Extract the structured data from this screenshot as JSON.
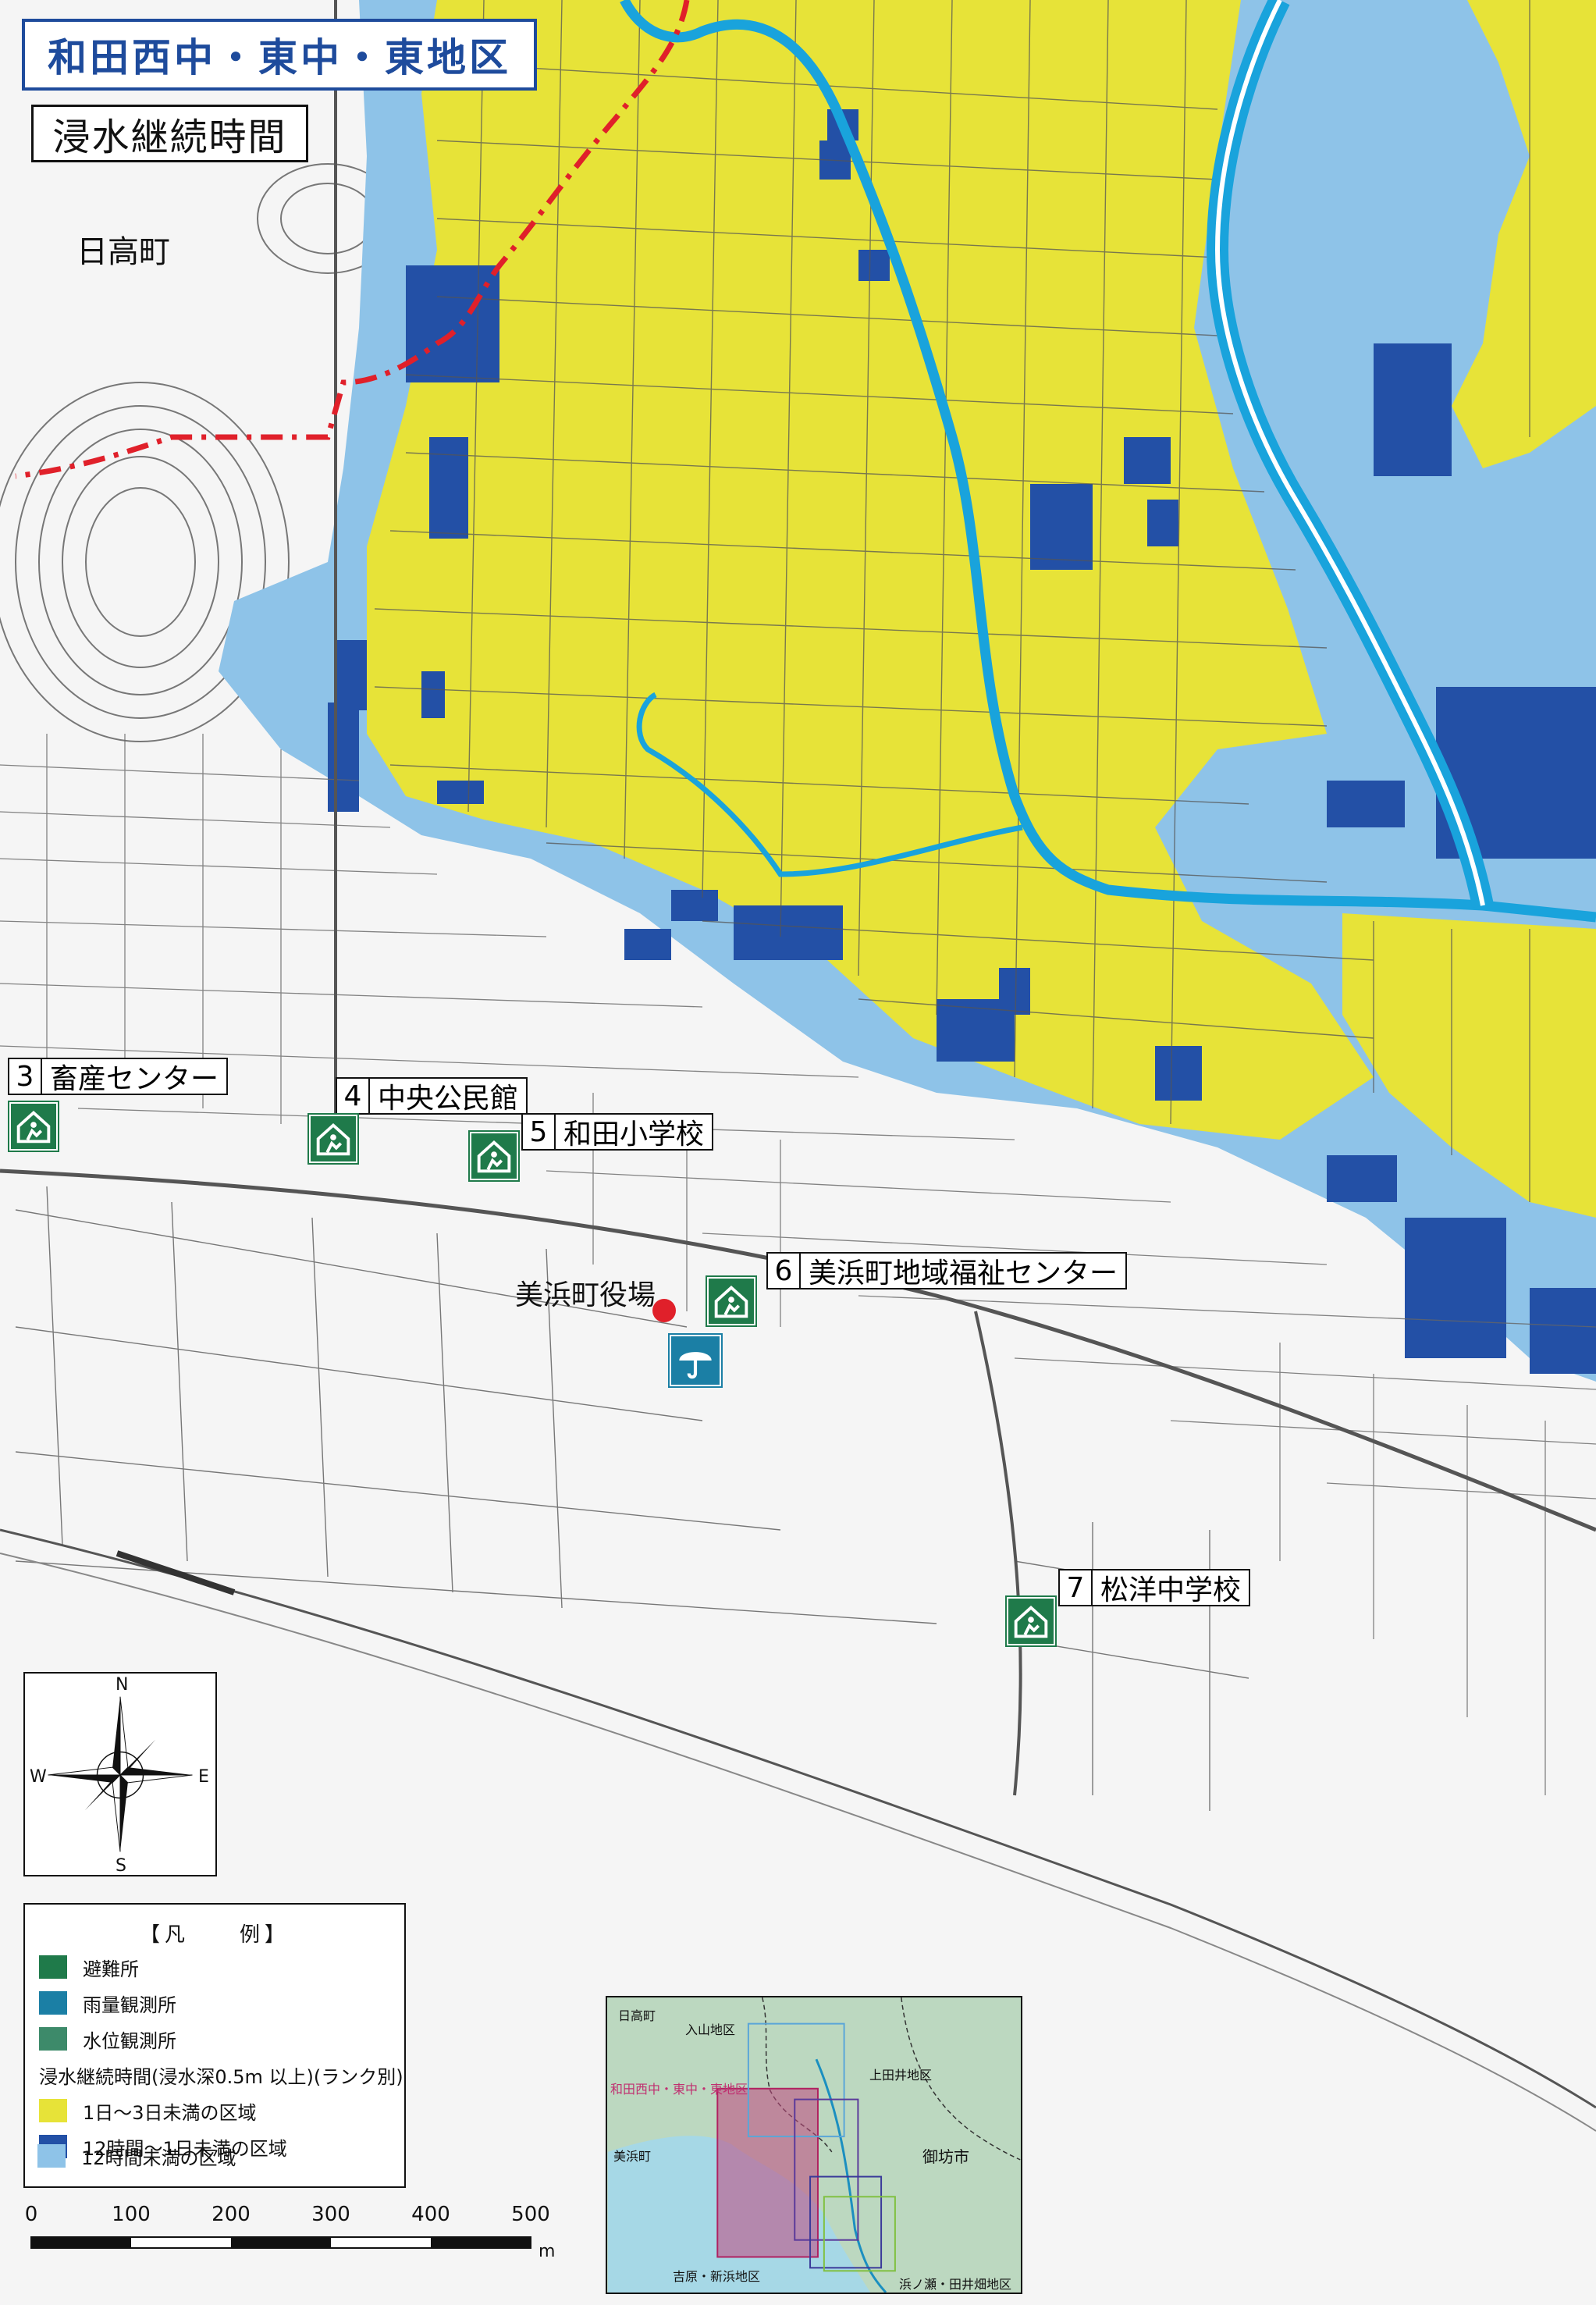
{
  "map": {
    "title": "和田西中・東中・東地区",
    "subtitle": "浸水継続時間",
    "town_label": "日高町"
  },
  "shelters": [
    {
      "number": "3",
      "name": "畜産センター"
    },
    {
      "number": "4",
      "name": "中央公民館"
    },
    {
      "number": "5",
      "name": "和田小学校"
    },
    {
      "number": "6",
      "name": "美浜町地域福祉センター"
    },
    {
      "number": "7",
      "name": "松洋中学校"
    }
  ],
  "town_office": "美浜町役場",
  "compass": {
    "n": "N",
    "s": "S",
    "e": "E",
    "w": "W"
  },
  "legend": {
    "header": "【凡　　例】",
    "items": [
      {
        "label": "避難所",
        "icon": "shelter-icon"
      },
      {
        "label": "雨量観測所",
        "icon": "rain-gauge-icon"
      },
      {
        "label": "水位観測所",
        "icon": "water-level-icon"
      }
    ],
    "section_title": "浸水継続時間(浸水深0.5m 以上)(ランク別)",
    "ranks": [
      {
        "label": "1日～3日未満の区域",
        "color": "#e7e338"
      },
      {
        "label": "12時間～1日未満の区域",
        "color": "#2350a6"
      },
      {
        "label": "12時間未満の区域",
        "color": "#8ec3e8"
      }
    ]
  },
  "scale": {
    "ticks": [
      "0",
      "100",
      "200",
      "300",
      "400",
      "500"
    ],
    "unit": "m"
  },
  "inset": {
    "labels": {
      "hidaka": "日高町",
      "iriyama": "入山地区",
      "wada": "和田西中・東中・東地区",
      "kamitai": "上田井地区",
      "mihama": "美浜町",
      "gobo": "御坊市",
      "yoshihara": "吉原・新浜地区",
      "hamanose": "浜ノ瀬・田井畑地区"
    }
  },
  "colors": {
    "yellow": "#e7e338",
    "dark_blue": "#2350a6",
    "light_blue": "#8ec3e8",
    "river": "#19a3dc",
    "shelter_green": "#1f7a4a",
    "title_blue": "#1e4b9c",
    "boundary_red": "#e0202a"
  }
}
